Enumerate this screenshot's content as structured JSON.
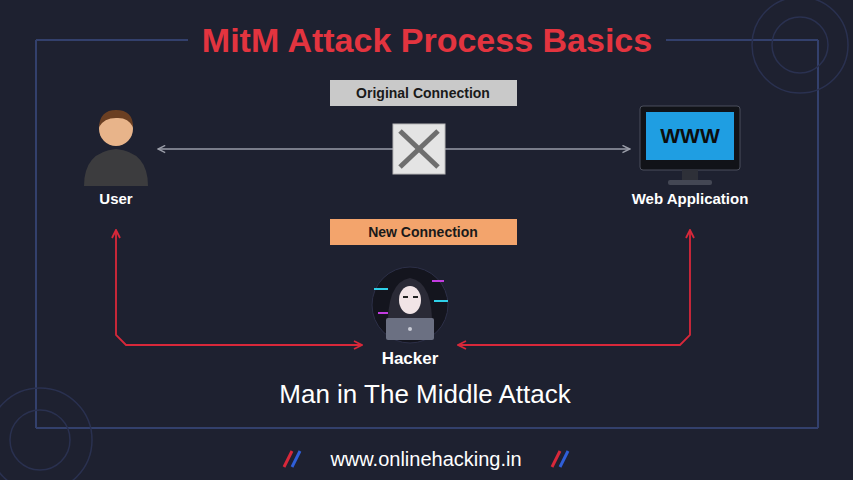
{
  "diagram": {
    "title": "MitM Attack Process Basics",
    "caption": "Man in The Middle Attack",
    "nodes": [
      {
        "text": [
          "Original Connection"
        ]
      },
      {
        "text": [
          "User"
        ]
      },
      {
        "text": [
          "Web Application"
        ]
      },
      {
        "text": [
          "New Connection"
        ]
      },
      {
        "text": [
          "Hacker"
        ]
      }
    ],
    "edges": [
      {
        "from": 1,
        "to": 2,
        "arrow": "both"
      },
      {
        "from": 1,
        "to": 4,
        "arrow": "both"
      },
      {
        "from": 4,
        "to": 2,
        "arrow": "both"
      }
    ],
    "labels": [
      "WWW",
      "www.onlinehacking.in"
    ]
  }
}
